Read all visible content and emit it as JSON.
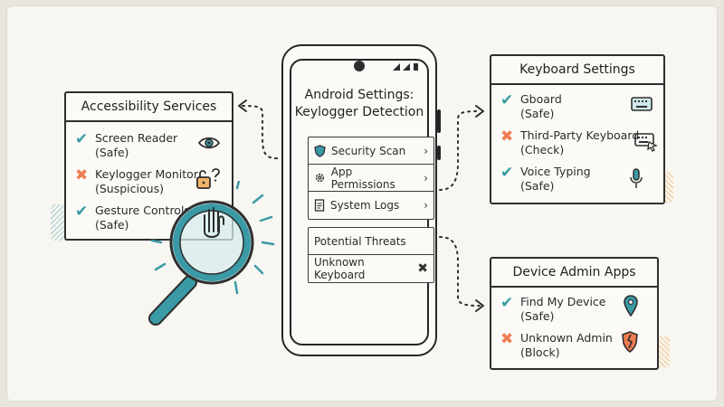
{
  "phone": {
    "title_line1": "Android Settings:",
    "title_line2": "Keylogger Detection",
    "menu": [
      {
        "label": "Security Scan",
        "icon": "shield-icon"
      },
      {
        "label": "App Permissions",
        "icon": "gear-icon"
      },
      {
        "label": "System Logs",
        "icon": "document-icon"
      }
    ],
    "threats_title": "Potential Threats",
    "threat_item": "Unknown Keyboard"
  },
  "accessibility": {
    "title": "Accessibility Services",
    "items": [
      {
        "line1": "Screen Reader",
        "line2": "(Safe)",
        "status": "check",
        "icon": "eye-icon"
      },
      {
        "line1": "Keylogger Monitor",
        "line2": "(Suspicious)",
        "status": "cross",
        "icon": "unlocked-padlock-question-icon"
      },
      {
        "line1": "Gesture Controls",
        "line2": "(Safe)",
        "status": "check",
        "icon": "hand-icon"
      }
    ]
  },
  "keyboard": {
    "title": "Keyboard Settings",
    "items": [
      {
        "line1": "Gboard",
        "line2": "(Safe)",
        "status": "check",
        "icon": "keyboard-icon"
      },
      {
        "line1": "Third-Party Keyboard",
        "line2": "(Check)",
        "status": "cross",
        "icon": "keyboard-cursor-icon"
      },
      {
        "line1": "Voice Typing",
        "line2": "(Safe)",
        "status": "check",
        "icon": "microphone-icon"
      }
    ]
  },
  "device_admin": {
    "title": "Device Admin Apps",
    "items": [
      {
        "line1": "Find My Device",
        "line2": "(Safe)",
        "status": "check",
        "icon": "location-pin-icon"
      },
      {
        "line1": "Unknown Admin",
        "line2": "(Block)",
        "status": "cross",
        "icon": "broken-shield-icon"
      }
    ]
  },
  "glyphs": {
    "check": "✔",
    "cross": "✖",
    "chevron": "›"
  },
  "colors": {
    "teal": "#3a9aa6",
    "orange": "#ee7d52",
    "ink": "#2e2e2e",
    "paper": "#f8f6f1"
  }
}
